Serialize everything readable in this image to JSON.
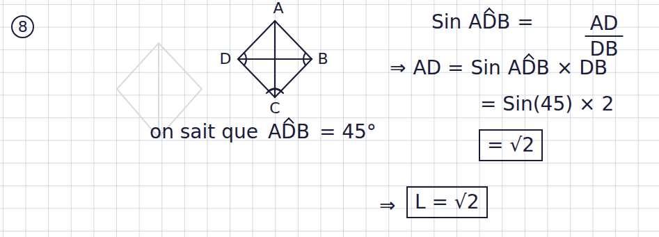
{
  "diagram": {
    "nodes": [
      {
        "text": [
          "8"
        ]
      },
      {
        "text": [
          "= √2"
        ]
      },
      {
        "text": [
          "L = √2"
        ]
      }
    ],
    "labels": [
      "A",
      "D",
      "B",
      "C",
      "Sin",
      "ADB",
      "=",
      "AD",
      "DB",
      "⇒",
      "AD =",
      "Sin",
      "ADB",
      "× DB",
      "= Sin(45) × 2",
      "on sait que",
      "ADB",
      "= 45°",
      "⇒"
    ]
  }
}
